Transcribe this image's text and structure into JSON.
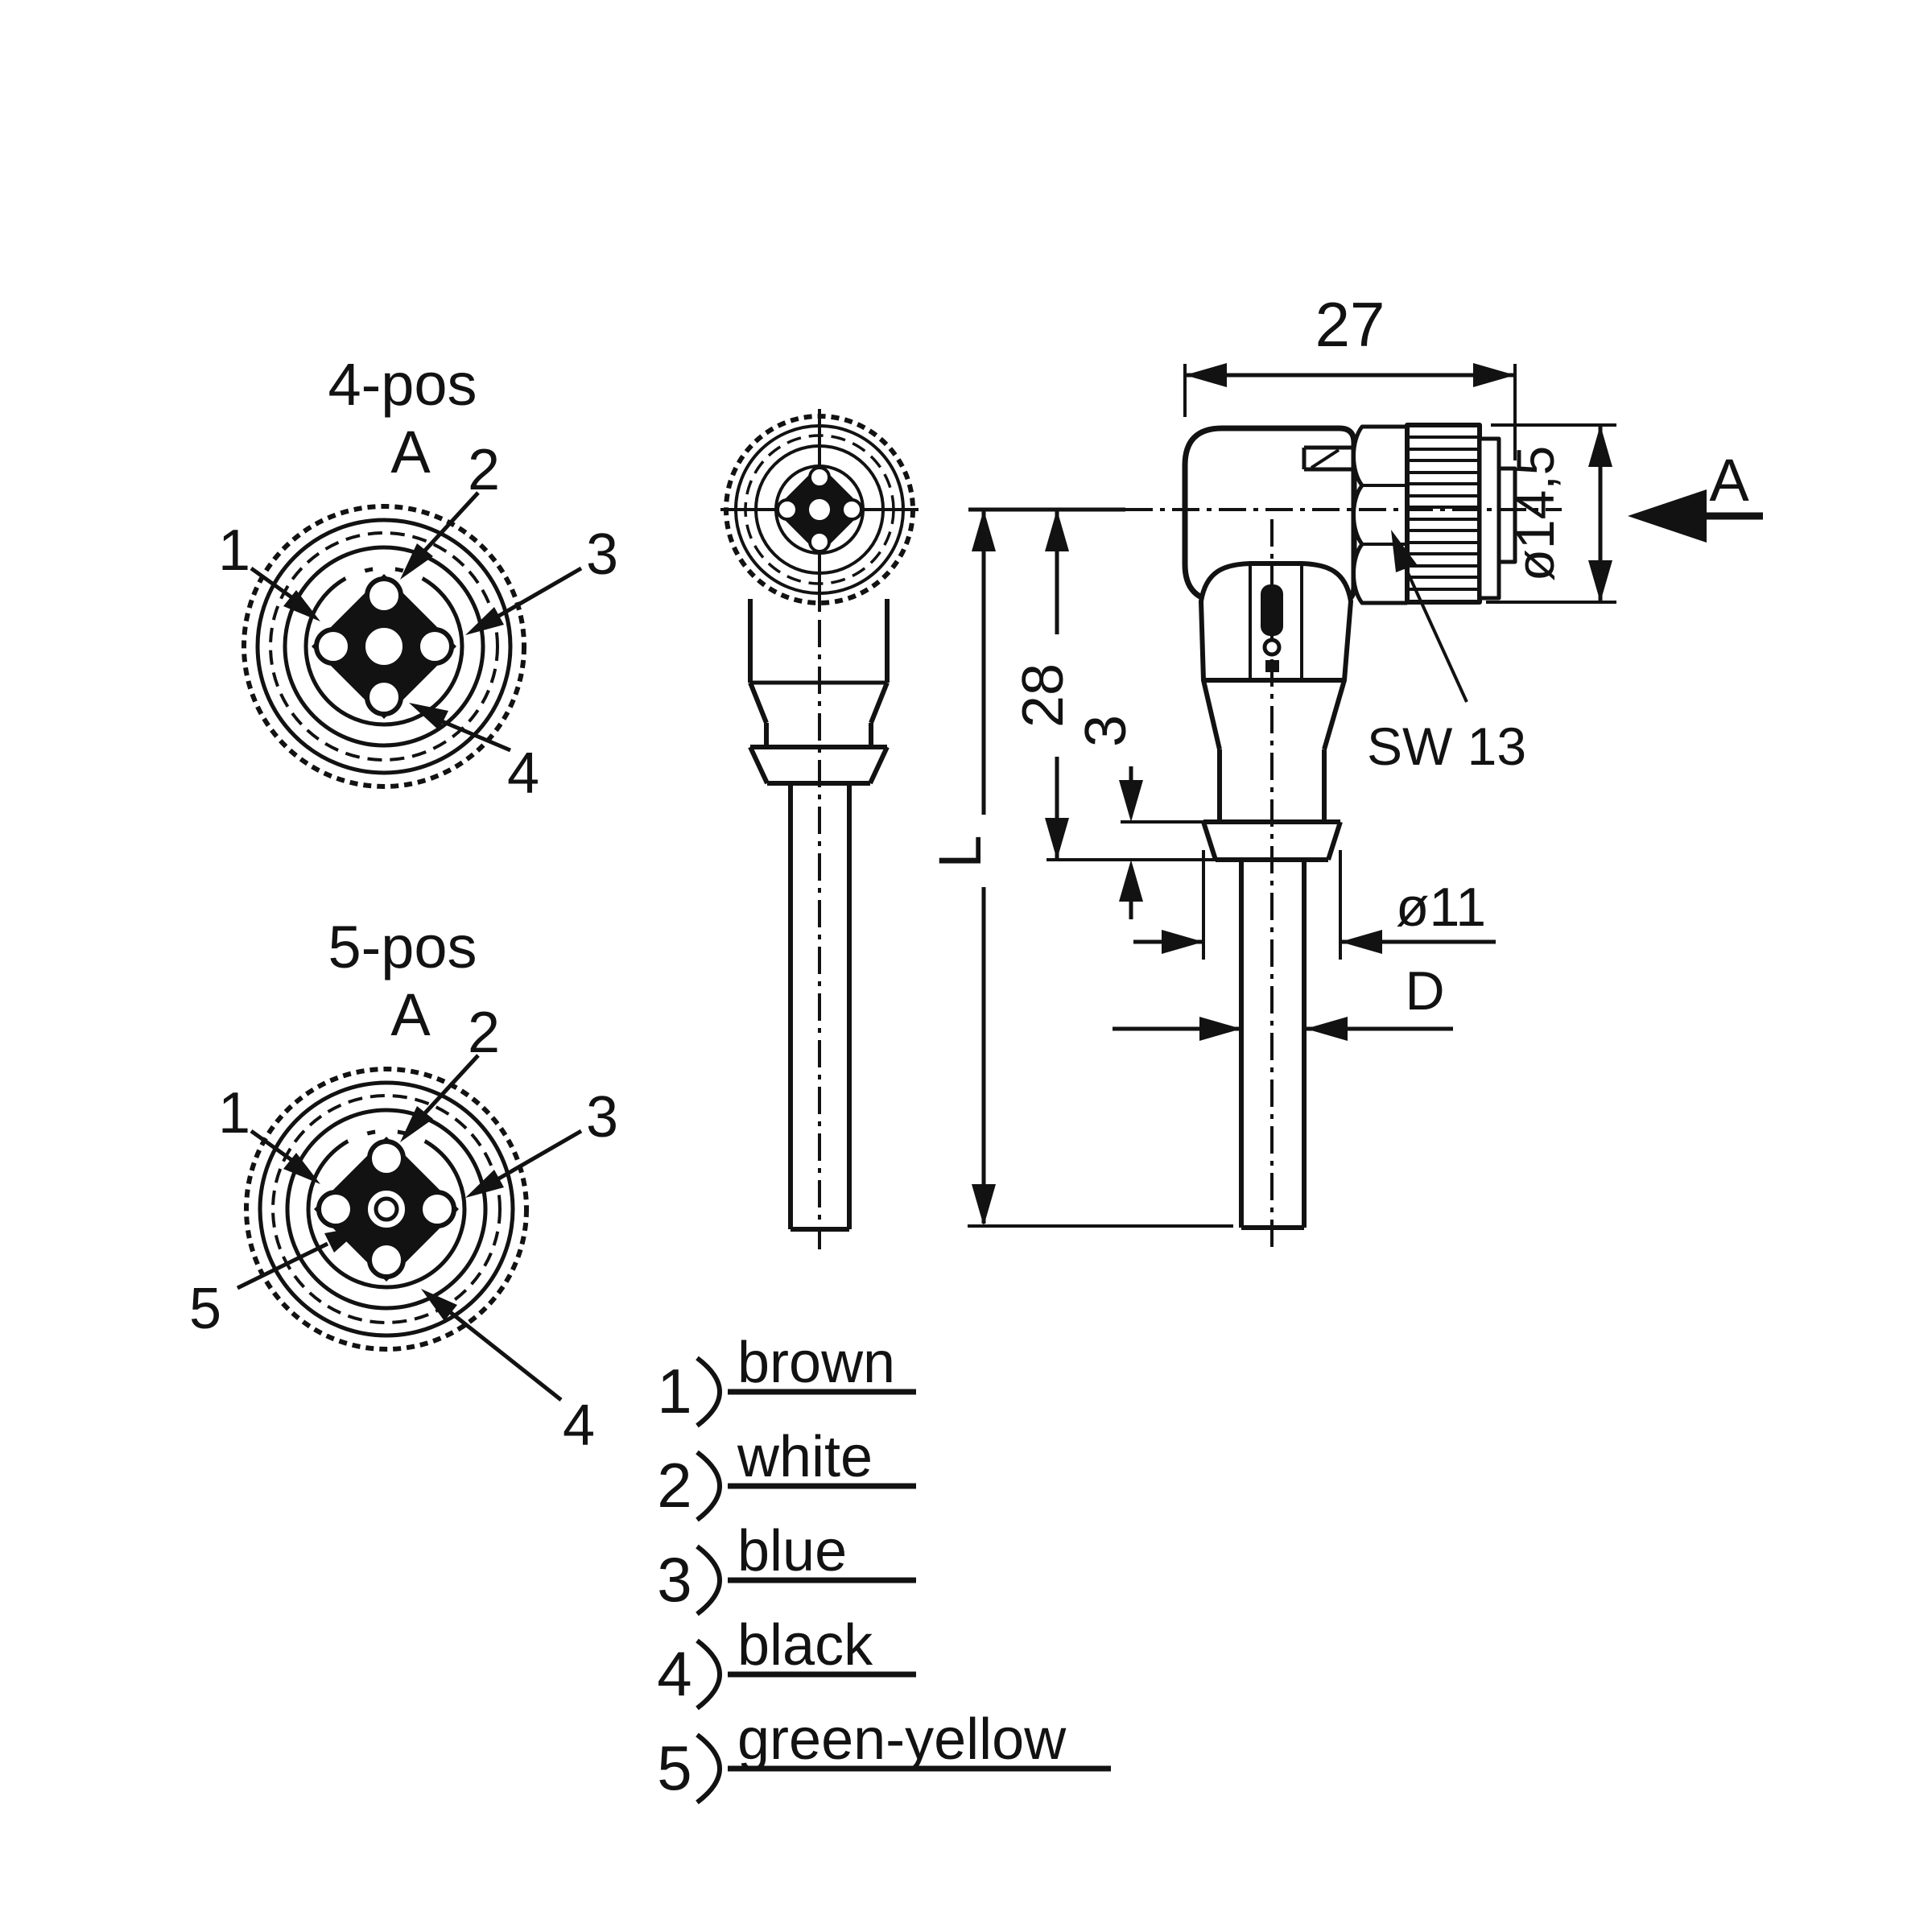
{
  "views": {
    "pos4": {
      "title": "4-pos",
      "section": "A",
      "pins": {
        "p1": "1",
        "p2": "2",
        "p3": "3",
        "p4": "4"
      }
    },
    "pos5": {
      "title": "5-pos",
      "section": "A",
      "pins": {
        "p1": "1",
        "p2": "2",
        "p3": "3",
        "p4": "4",
        "p5": "5"
      }
    },
    "right_angle": {
      "wrench_label": "SW 13"
    }
  },
  "dimensions": {
    "top_width": "27",
    "nut_diameter": "ø14,5",
    "axis_height": "28",
    "flange_thickness": "3",
    "length": "L",
    "flange_diameter": "ø11",
    "cable_diameter": "D",
    "view_arrow": "A"
  },
  "legend": {
    "items": [
      {
        "pin": "1",
        "color": "brown"
      },
      {
        "pin": "2",
        "color": "white"
      },
      {
        "pin": "3",
        "color": "blue"
      },
      {
        "pin": "4",
        "color": "black"
      },
      {
        "pin": "5",
        "color": "green-yellow"
      }
    ]
  }
}
